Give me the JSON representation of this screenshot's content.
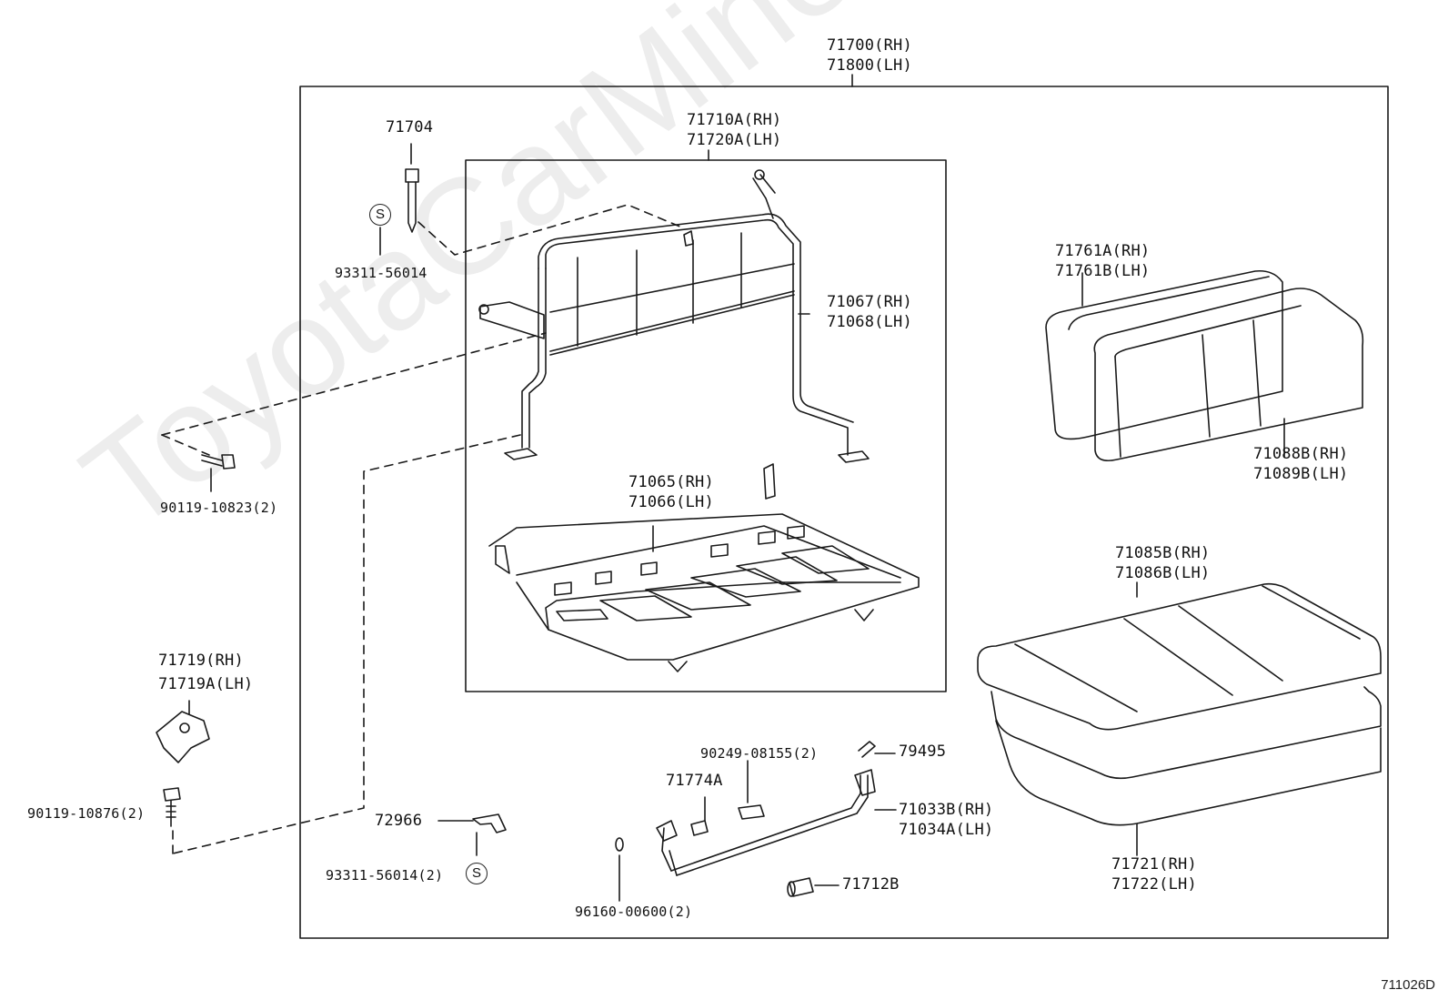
{
  "watermark": "ToyotaCarMine.ru",
  "diagram_code": "711026D",
  "symbol_s": "S",
  "labels": {
    "assy_rh": "71700(RH)",
    "assy_lh": "71800(LH)",
    "p71704": "71704",
    "p93311": "93311-56014",
    "frame_rh": "71710A(RH)",
    "frame_lh": "71720A(LH)",
    "p71067": "71067(RH)",
    "p71068": "71068(LH)",
    "p71761a": "71761A(RH)",
    "p71761b": "71761B(LH)",
    "p71088b": "71088B(RH)",
    "p71089b": "71089B(LH)",
    "p90119_10823": "90119-10823(2)",
    "p71065": "71065(RH)",
    "p71066": "71066(LH)",
    "p71085b": "71085B(RH)",
    "p71086b": "71086B(LH)",
    "p71719": "71719(RH)",
    "p71719a": "71719A(LH)",
    "p90249": "90249-08155(2)",
    "p79495": "79495",
    "p71774a": "71774A",
    "p90119_10876": "90119-10876(2)",
    "p72966": "72966",
    "p71033b": "71033B(RH)",
    "p71034a": "71034A(LH)",
    "p93311_2": "93311-56014(2)",
    "p71721": "71721(RH)",
    "p71722": "71722(LH)",
    "p71712b": "71712B",
    "p96160": "96160-00600(2)"
  }
}
